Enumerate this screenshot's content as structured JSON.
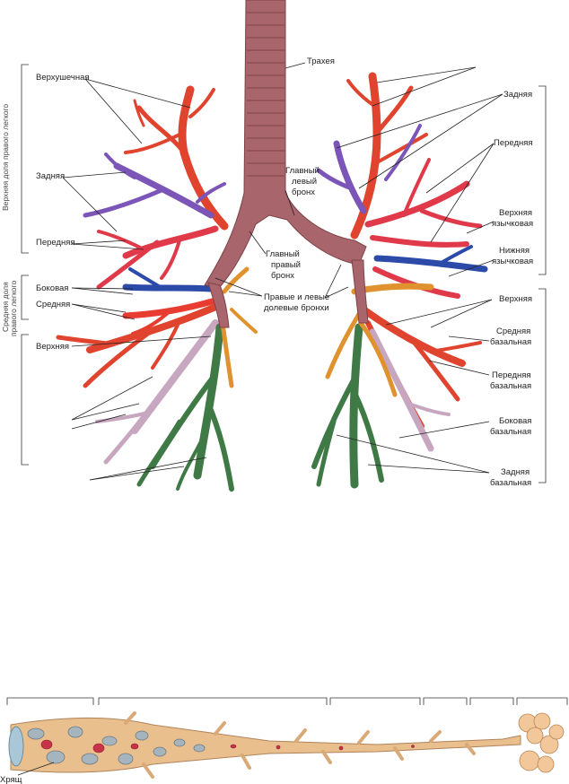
{
  "labels": {
    "trachea": "Трахея",
    "main_left_1": "Главный",
    "main_left_2": "левый",
    "main_left_3": "бронх",
    "main_right_1": "Главный",
    "main_right_2": "правый",
    "main_right_3": "бронх",
    "lobar_1": "Правые и левые",
    "lobar_2": "долевые бронхи",
    "apical": "Верхушечная",
    "posterior_r": "Задняя",
    "anterior_r": "Передняя",
    "lateral_r": "Боковая",
    "medial_r": "Средняя",
    "superior_r": "Верхняя",
    "posterior_l": "Задняя",
    "anterior_l": "Передняя",
    "sup_lingular_1": "Верхняя",
    "sup_lingular_2": "язычковая",
    "inf_lingular_1": "Нижняя",
    "inf_lingular_2": "язычковая",
    "superior_l": "Верхняя",
    "medial_basal_1": "Средняя",
    "medial_basal_2": "базальная",
    "anterior_basal_1": "Передняя",
    "anterior_basal_2": "базальная",
    "lateral_basal_1": "Боковая",
    "lateral_basal_2": "базальная",
    "posterior_basal_1": "Задняя",
    "posterior_basal_2": "базальная",
    "upper_lobe_right": "Верхняя доля правого легкого",
    "middle_lobe_right_1": "Средняя доля",
    "middle_lobe_right_2": "правого легкого",
    "cartilage": "Хрящ"
  },
  "colors": {
    "trachea": "#a8656b",
    "apical": "#e0432e",
    "posterior": "#7b56b8",
    "anterior": "#e03a4a",
    "lateral": "#2c4aa8",
    "medial": "#e83c30",
    "superior": "#e0922e",
    "basal_green": "#3f7a46",
    "basal_lilac": "#c7a6c0",
    "bronchiole": "#e9bf8e",
    "alveoli": "#f2c89a"
  }
}
